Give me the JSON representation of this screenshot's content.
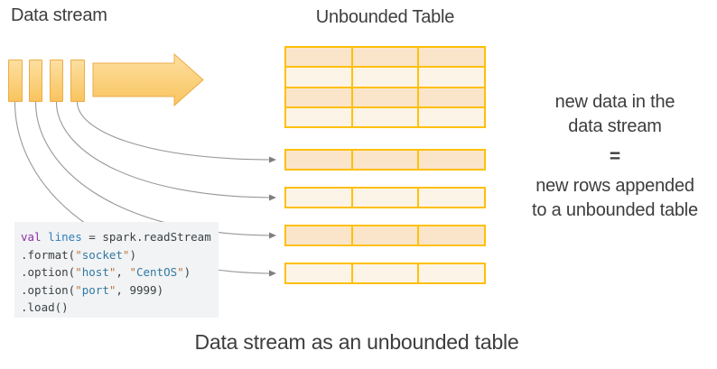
{
  "labels": {
    "stream_title": "Data stream",
    "table_title": "Unbounded Table",
    "caption": "Data stream as an unbounded table"
  },
  "equation": {
    "top_lines": [
      "new data in the",
      "data stream"
    ],
    "equals": "=",
    "bottom_lines": [
      "new rows appended",
      "to a unbounded table"
    ]
  },
  "diagram": {
    "stream_items": 4,
    "table_columns": 3,
    "top_table_rows": 4,
    "appended_rows": 4,
    "row_fill_pattern": [
      "dark",
      "light",
      "dark",
      "light"
    ]
  },
  "colors": {
    "table_border": "#FFC008",
    "row_dark": "#FAE5CB",
    "row_light": "#FDF4E8",
    "shape_fill_light": "#FDDFA0",
    "shape_fill_dark": "#F9C45E",
    "shape_stroke": "#ECAC49",
    "connector_gray": "#8F8F8F",
    "text_gray": "#3D3D3D",
    "code_background": "#F1F3F4"
  },
  "code": {
    "lines": [
      [
        {
          "t": "kw",
          "v": "val"
        },
        {
          "t": "pln",
          "v": " "
        },
        {
          "t": "var",
          "v": "lines"
        },
        {
          "t": "pln",
          "v": " = spark.readStream"
        }
      ],
      [
        {
          "t": "pln",
          "v": ".format("
        },
        {
          "t": "q",
          "v": "\""
        },
        {
          "t": "str",
          "v": "socket"
        },
        {
          "t": "q",
          "v": "\""
        },
        {
          "t": "pln",
          "v": ")"
        }
      ],
      [
        {
          "t": "pln",
          "v": ".option("
        },
        {
          "t": "q",
          "v": "\""
        },
        {
          "t": "str",
          "v": "host"
        },
        {
          "t": "q",
          "v": "\""
        },
        {
          "t": "pln",
          "v": ", "
        },
        {
          "t": "q",
          "v": "\""
        },
        {
          "t": "str",
          "v": "CentOS"
        },
        {
          "t": "q",
          "v": "\""
        },
        {
          "t": "pln",
          "v": ")"
        }
      ],
      [
        {
          "t": "pln",
          "v": ".option("
        },
        {
          "t": "q",
          "v": "\""
        },
        {
          "t": "str",
          "v": "port"
        },
        {
          "t": "q",
          "v": "\""
        },
        {
          "t": "pln",
          "v": ", "
        },
        {
          "t": "num",
          "v": "9999"
        },
        {
          "t": "pln",
          "v": ")"
        }
      ],
      [
        {
          "t": "pln",
          "v": ".load()"
        }
      ]
    ]
  }
}
